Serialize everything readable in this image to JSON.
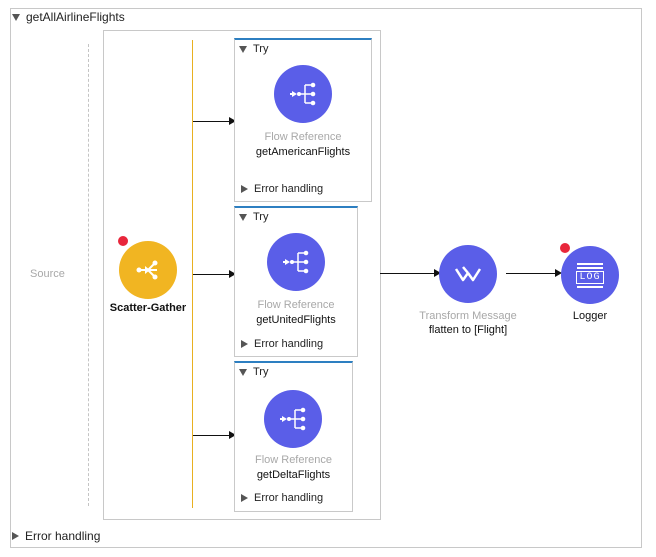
{
  "flow": {
    "name": "getAllAirlineFlights"
  },
  "source": {
    "label": "Source"
  },
  "scatter_gather": {
    "label": "Scatter-Gather"
  },
  "routes": [
    {
      "try_label": "Try",
      "component_type": "Flow Reference",
      "component_name": "getAmericanFlights",
      "error_label": "Error handling"
    },
    {
      "try_label": "Try",
      "component_type": "Flow Reference",
      "component_name": "getUnitedFlights",
      "error_label": "Error handling"
    },
    {
      "try_label": "Try",
      "component_type": "Flow Reference",
      "component_name": "getDeltaFlights",
      "error_label": "Error handling"
    }
  ],
  "transform": {
    "type": "Transform Message",
    "name": "flatten to [Flight]"
  },
  "logger": {
    "label": "Logger",
    "icon_text": "LOG"
  },
  "footer": {
    "error_label": "Error handling"
  },
  "colors": {
    "accent": "#5a5ee8",
    "scatter": "#f1b522",
    "error_dot": "#e8263b",
    "try_border": "#2d7fc1",
    "route_line": "#e8b020"
  },
  "icons": {
    "flowref": "flow-reference-icon",
    "scatter": "scatter-gather-icon",
    "transform": "transform-message-icon",
    "logger": "logger-icon"
  }
}
